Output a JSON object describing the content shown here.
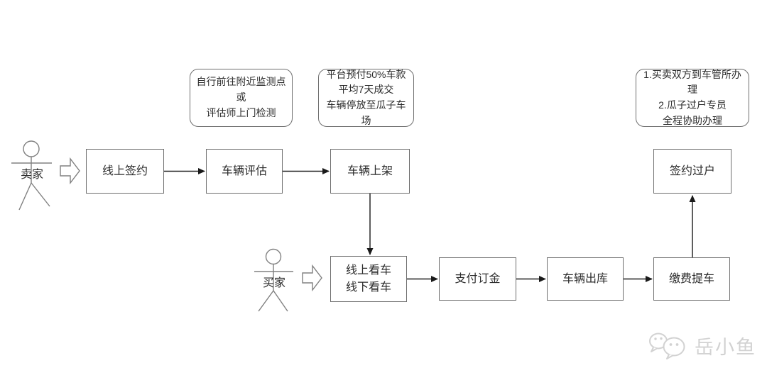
{
  "colors": {
    "background": "#ffffff",
    "box_border": "#6e6e6e",
    "arrow": "#1a1a1a",
    "text": "#2b2b2b",
    "watermark": "#d2d2d2"
  },
  "flowchart": {
    "actors": {
      "seller": "卖家",
      "buyer": "买家"
    },
    "nodes": {
      "sign_online": "线上签约",
      "evaluate": "车辆评估",
      "list_vehicle": "车辆上架",
      "sign_transfer": "签约过户",
      "view_car": "线上看车\n线下看车",
      "pay_deposit": "支付订金",
      "outbound": "车辆出库",
      "pay_pickup": "缴费提车"
    },
    "annotations": {
      "inspection": "自行前往附近监测点\n或\n评估师上门检测",
      "platform": "平台预付50%车款\n平均7天成交\n车辆停放至瓜子车场",
      "transfer": "1.买卖双方到车管所办理\n2.瓜子过户专员\n全程协助办理"
    }
  },
  "watermark": {
    "text": "岳小鱼",
    "icon": "wechat-logo"
  }
}
